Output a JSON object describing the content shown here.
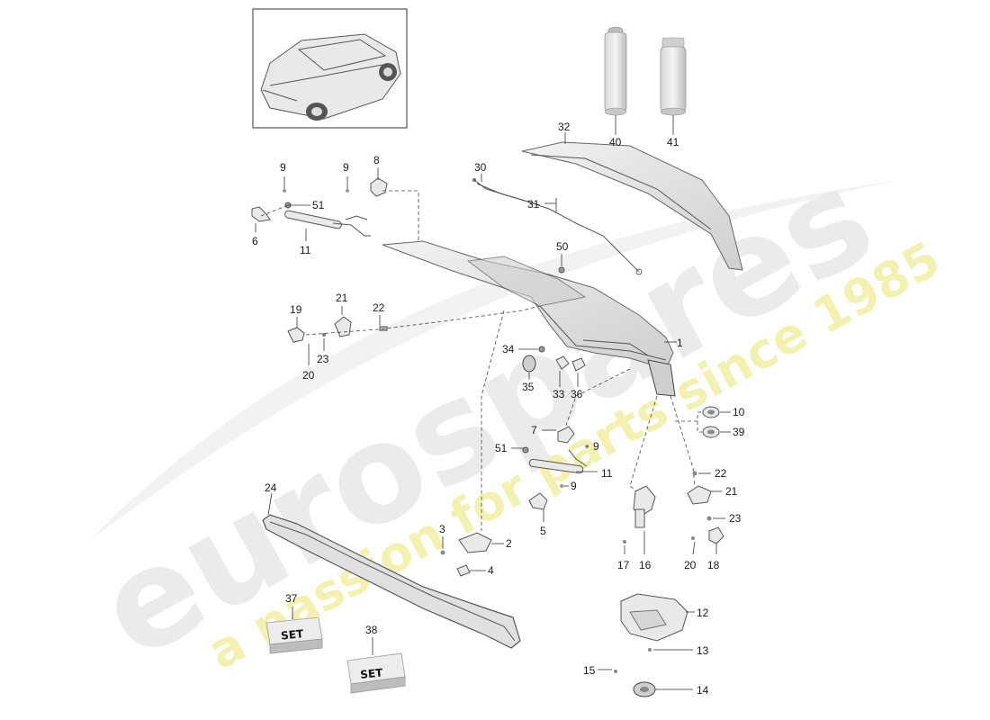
{
  "watermark": {
    "brand": "eurospares",
    "tagline": "a passion for parts since 1985",
    "brand_color": "#e6e6e6",
    "tagline_color": "#f3f0a8"
  },
  "labels": {
    "p1": "1",
    "p2": "2",
    "p3": "3",
    "p4": "4",
    "p5": "5",
    "p6": "6",
    "p7": "7",
    "p8": "8",
    "p9a": "9",
    "p9b": "9",
    "p9c": "9",
    "p9d": "9",
    "p10": "10",
    "p11a": "11",
    "p11b": "11",
    "p12": "12",
    "p13": "13",
    "p14": "14",
    "p15": "15",
    "p16": "16",
    "p17": "17",
    "p18": "18",
    "p19": "19",
    "p20a": "20",
    "p20b": "20",
    "p21a": "21",
    "p21b": "21",
    "p22a": "22",
    "p22b": "22",
    "p23a": "23",
    "p23b": "23",
    "p24": "24",
    "p30": "30",
    "p31": "31",
    "p32": "32",
    "p33": "33",
    "p34": "34",
    "p35": "35",
    "p36": "36",
    "p37": "37",
    "p38": "38",
    "p39": "39",
    "p40": "40",
    "p41": "41",
    "p50": "50",
    "p51a": "51",
    "p51b": "51"
  },
  "set_boxes": {
    "set_a": "SET",
    "set_b": "SET"
  },
  "icons": {
    "car_thumbnail": "suv-vehicle-icon",
    "tube_40": "tube-icon",
    "can_41": "spray-can-icon"
  }
}
